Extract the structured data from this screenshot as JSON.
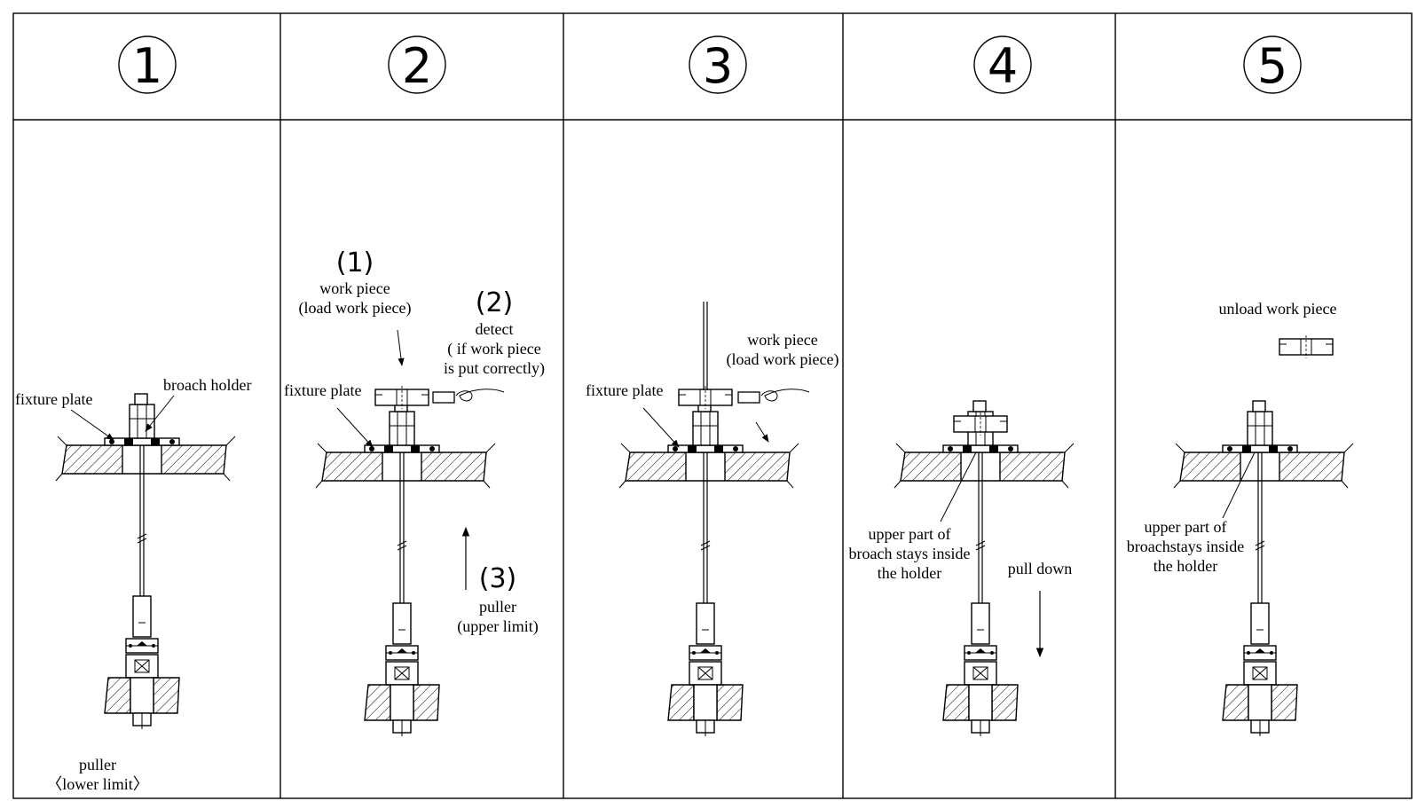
{
  "headers": [
    "1",
    "2",
    "3",
    "4",
    "5"
  ],
  "panels": [
    {
      "labels": {
        "fixture": "fixture plate",
        "holder": "broach holder",
        "puller": "puller",
        "limit": "〈lower limit〉"
      }
    },
    {
      "labels": {
        "s1": "(1)",
        "wp1": "work piece",
        "wp2": "(load work piece)",
        "s2": "(2)",
        "det1": "detect",
        "det2": "( if work piece",
        "det3": "is put correctly)",
        "fixture": "fixture plate",
        "s3": "(3)",
        "pul1": "puller",
        "pul2": "(upper limit)"
      }
    },
    {
      "labels": {
        "fixture": "fixture plate",
        "wp1": "work piece",
        "wp2": "(load work piece)"
      }
    },
    {
      "labels": {
        "up1": "upper part of",
        "up2": "broach stays inside",
        "up3": "the holder",
        "pull": "pull down"
      }
    },
    {
      "labels": {
        "unload": "unload work piece",
        "up1": "upper part of",
        "up2": "broachstays inside",
        "up3": "the holder"
      }
    }
  ],
  "colors": {
    "line": "#000000",
    "background": "#ffffff"
  }
}
